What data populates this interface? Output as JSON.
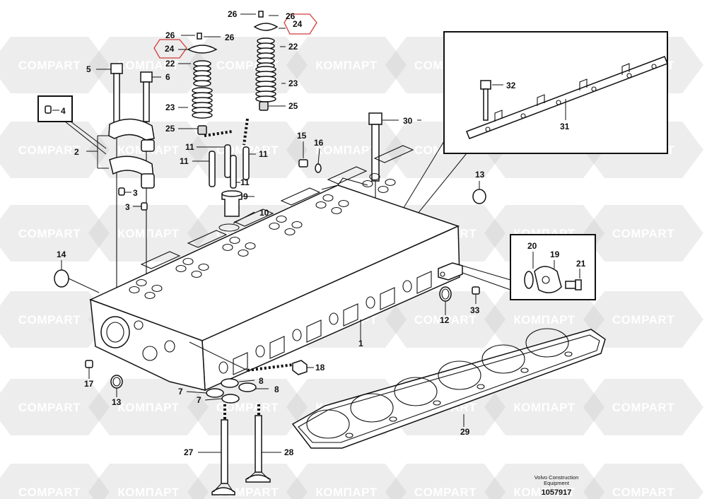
{
  "watermark": {
    "latin": "COMPART",
    "cyrillic": "КОМПАРТ"
  },
  "callouts": [
    {
      "id": "c1",
      "label": "1"
    },
    {
      "id": "c2",
      "label": "2"
    },
    {
      "id": "c3a",
      "label": "3"
    },
    {
      "id": "c3b",
      "label": "3"
    },
    {
      "id": "c4",
      "label": "4"
    },
    {
      "id": "c5",
      "label": "5"
    },
    {
      "id": "c6",
      "label": "6"
    },
    {
      "id": "c7a",
      "label": "7"
    },
    {
      "id": "c7b",
      "label": "7"
    },
    {
      "id": "c8a",
      "label": "8"
    },
    {
      "id": "c8b",
      "label": "8"
    },
    {
      "id": "c9",
      "label": "9"
    },
    {
      "id": "c10",
      "label": "10"
    },
    {
      "id": "c11a",
      "label": "11"
    },
    {
      "id": "c11b",
      "label": "11"
    },
    {
      "id": "c11c",
      "label": "11"
    },
    {
      "id": "c11d",
      "label": "11"
    },
    {
      "id": "c12",
      "label": "12"
    },
    {
      "id": "c13a",
      "label": "13"
    },
    {
      "id": "c13b",
      "label": "13"
    },
    {
      "id": "c14",
      "label": "14"
    },
    {
      "id": "c15",
      "label": "15"
    },
    {
      "id": "c16",
      "label": "16"
    },
    {
      "id": "c17",
      "label": "17"
    },
    {
      "id": "c18",
      "label": "18"
    },
    {
      "id": "c19",
      "label": "19"
    },
    {
      "id": "c20",
      "label": "20"
    },
    {
      "id": "c21",
      "label": "21"
    },
    {
      "id": "c22a",
      "label": "22"
    },
    {
      "id": "c22b",
      "label": "22"
    },
    {
      "id": "c23a",
      "label": "23"
    },
    {
      "id": "c23b",
      "label": "23"
    },
    {
      "id": "c24a",
      "label": "24"
    },
    {
      "id": "c24b",
      "label": "24"
    },
    {
      "id": "c25a",
      "label": "25"
    },
    {
      "id": "c25b",
      "label": "25"
    },
    {
      "id": "c26a",
      "label": "26"
    },
    {
      "id": "c26b",
      "label": "26"
    },
    {
      "id": "c26c",
      "label": "26"
    },
    {
      "id": "c26d",
      "label": "26"
    },
    {
      "id": "c27",
      "label": "27"
    },
    {
      "id": "c28",
      "label": "28"
    },
    {
      "id": "c29",
      "label": "29"
    },
    {
      "id": "c30",
      "label": "30"
    },
    {
      "id": "c31",
      "label": "31"
    },
    {
      "id": "c32",
      "label": "32"
    },
    {
      "id": "c33",
      "label": "33"
    }
  ],
  "footer": {
    "publisher_line1": "Volvo Construction",
    "publisher_line2": "Equipment",
    "drawing_number": "1057917"
  },
  "colors": {
    "line": "#111111",
    "highlight": "#d23b3b",
    "watermark": "#bfbfbf"
  }
}
